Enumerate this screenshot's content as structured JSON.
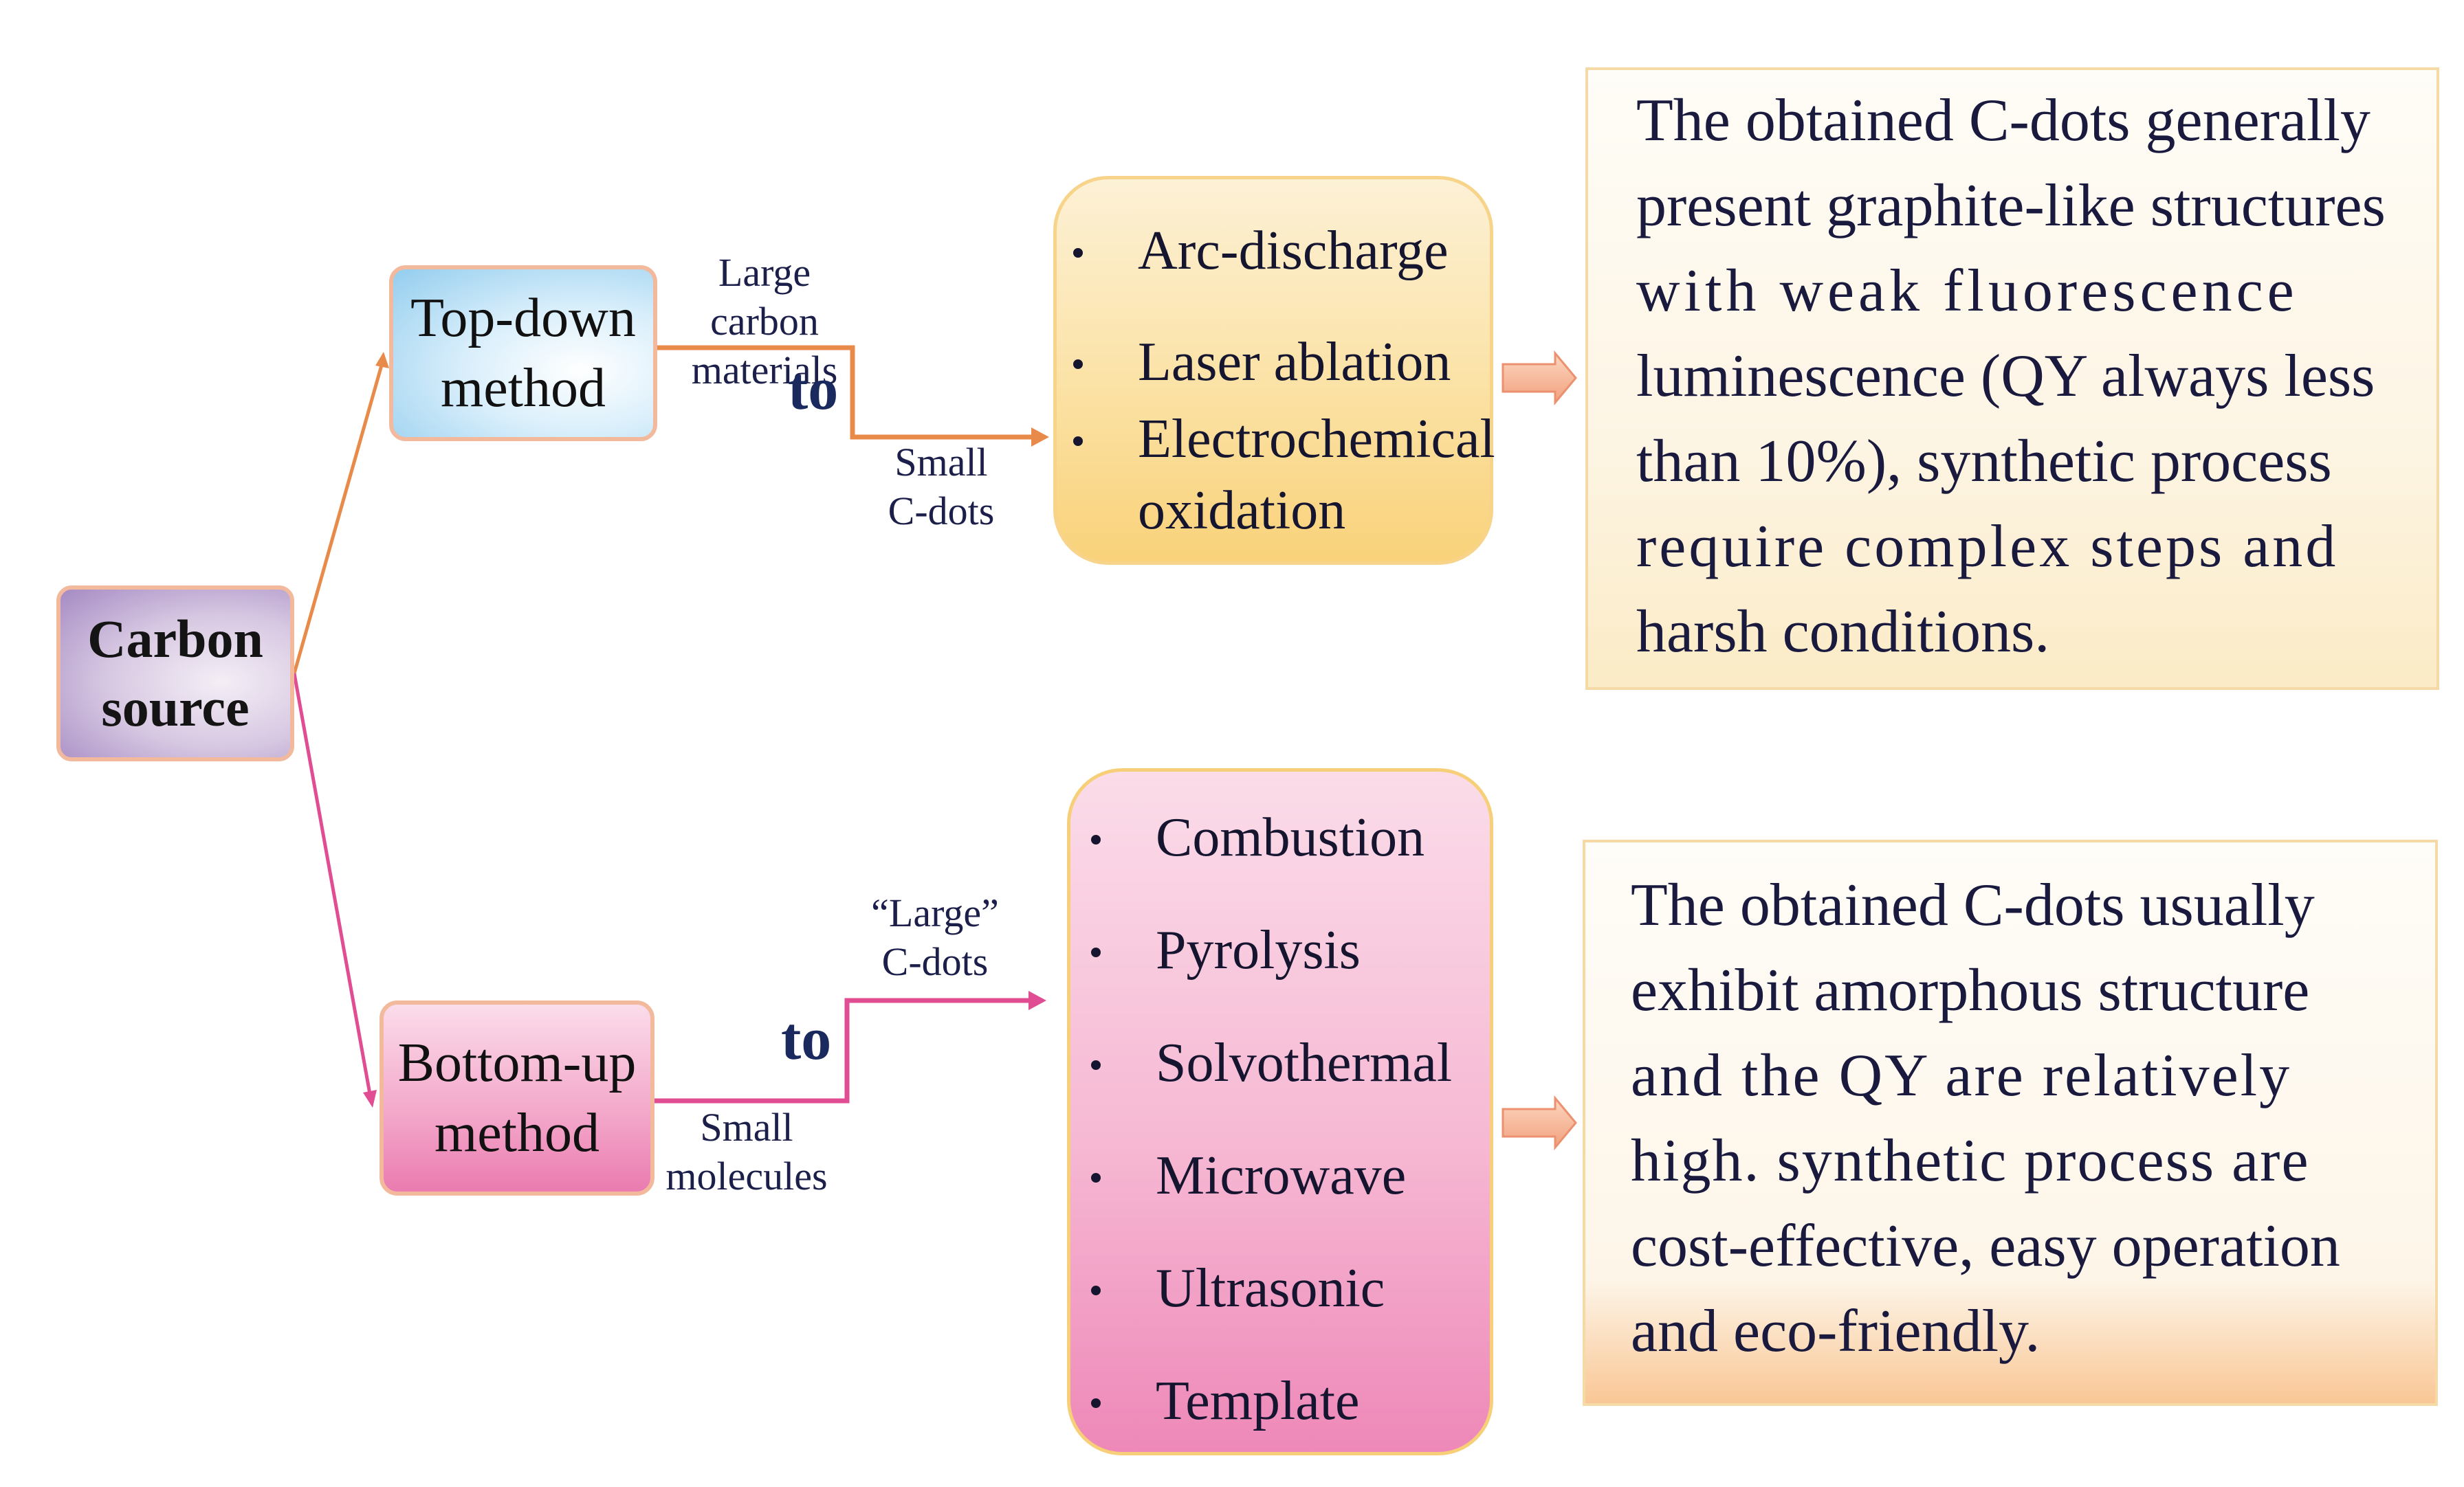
{
  "colors": {
    "orange_connector": "#e88a4a",
    "pink_connector": "#e04d93",
    "text_dark": "#1a1a3e"
  },
  "nodes": {
    "carbon_source": "Carbon\nsource",
    "top_down": "Top-down\nmethod",
    "bottom_up": "Bottom-up\nmethod"
  },
  "top_branch": {
    "input_label": "Large carbon\nmaterials",
    "to_label": "to",
    "output_label": "Small\nC-dots",
    "methods": [
      "Arc-discharge",
      "Laser ablation",
      "Electrochemical\noxidation"
    ],
    "note_lines": [
      "The obtained  C-dots generally",
      "present graphite-like structures",
      "with weak fluorescence",
      "luminescence (QY always less",
      "than 10%), synthetic process",
      "require complex steps and",
      "harsh conditions."
    ]
  },
  "bottom_branch": {
    "input_label": "Small\nmolecules",
    "to_label": "to",
    "output_label": "“Large”\nC-dots",
    "methods": [
      "Combustion",
      "Pyrolysis",
      "Solvothermal",
      "Microwave",
      "Ultrasonic",
      "Template"
    ],
    "note_lines": [
      "The obtained C-dots usually",
      "exhibit amorphous structure",
      "and the QY are relatively",
      "high. synthetic process are",
      "cost-effective, easy operation",
      "and  eco-friendly."
    ]
  }
}
